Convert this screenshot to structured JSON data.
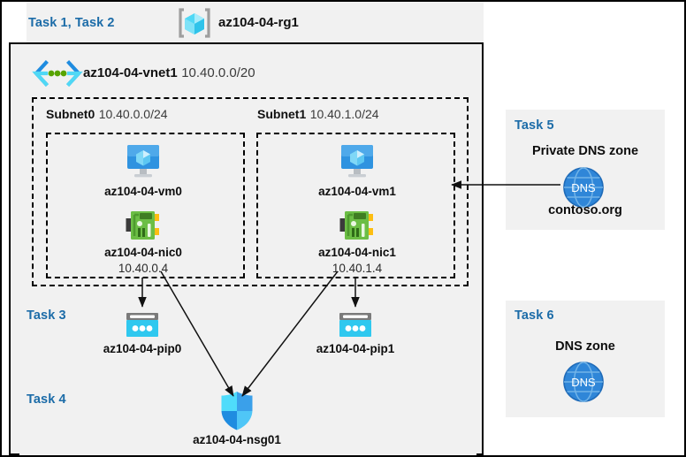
{
  "diagram": {
    "resource_group": {
      "task_label": "Task 1, Task 2",
      "name": "az104-04-rg1",
      "icon": "resource-group-icon"
    },
    "vnet": {
      "name": "az104-04-vnet1",
      "cidr": "10.40.0.0/20",
      "icon": "virtual-network-icon"
    },
    "subnets": [
      {
        "name": "Subnet0",
        "cidr": "10.40.0.0/24",
        "vm": {
          "name": "az104-04-vm0",
          "icon": "virtual-machine-icon"
        },
        "nic": {
          "name": "az104-04-nic0",
          "ip": "10.40.0.4",
          "icon": "network-interface-icon"
        }
      },
      {
        "name": "Subnet1",
        "cidr": "10.40.1.0/24",
        "vm": {
          "name": "az104-04-vm1",
          "icon": "virtual-machine-icon"
        },
        "nic": {
          "name": "az104-04-nic1",
          "ip": "10.40.1.4",
          "icon": "network-interface-icon"
        }
      }
    ],
    "public_ips": {
      "task_label": "Task 3",
      "items": [
        {
          "name": "az104-04-pip0",
          "icon": "public-ip-address-icon"
        },
        {
          "name": "az104-04-pip1",
          "icon": "public-ip-address-icon"
        }
      ]
    },
    "nsg": {
      "task_label": "Task 4",
      "name": "az104-04-nsg01",
      "icon": "network-security-group-shield-icon"
    },
    "private_dns_zone": {
      "task_label": "Task 5",
      "title": "Private DNS zone",
      "name": "contoso.org",
      "icon": "dns-globe-icon",
      "icon_text": "DNS"
    },
    "dns_zone": {
      "task_label": "Task 6",
      "title": "DNS zone",
      "icon": "dns-globe-icon",
      "icon_text": "DNS"
    },
    "colors": {
      "task_blue": "#1c6ca8",
      "panel_gray": "#f1f1f1",
      "azure_cyan": "#32c8f0",
      "azure_blue": "#1f8ce0",
      "nic_green": "#6cbe45",
      "dns_blue": "#1f7fd4"
    }
  }
}
